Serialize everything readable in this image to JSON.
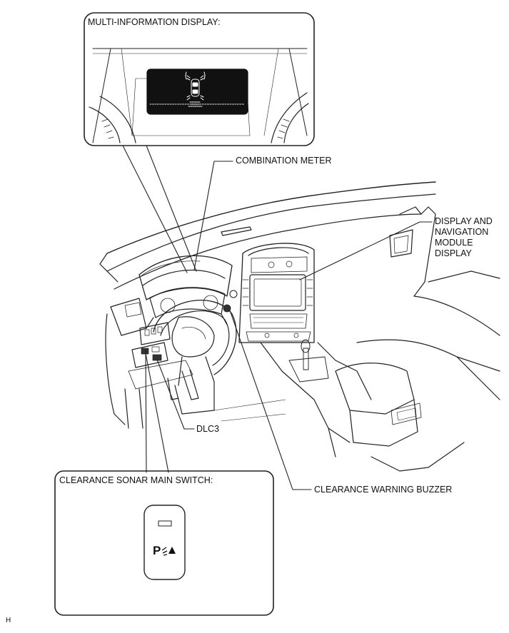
{
  "callouts": {
    "multi_information_display": "MULTI-INFORMATION DISPLAY:",
    "combination_meter": "COMBINATION METER",
    "display_navigation": [
      "DISPLAY AND",
      "NAVIGATION",
      "MODULE",
      "DISPLAY"
    ],
    "dlc3": "DLC3",
    "clearance_sonar_main_switch": "CLEARANCE SONAR MAIN SWITCH:",
    "clearance_warning_buzzer": "CLEARANCE WARNING BUZZER"
  },
  "switch_face": {
    "p_letter": "P",
    "icon": "parking-sonar-icon"
  },
  "corner_mark": "H",
  "icons": {
    "mid_screen": "car-top-view-sensor-icon"
  }
}
